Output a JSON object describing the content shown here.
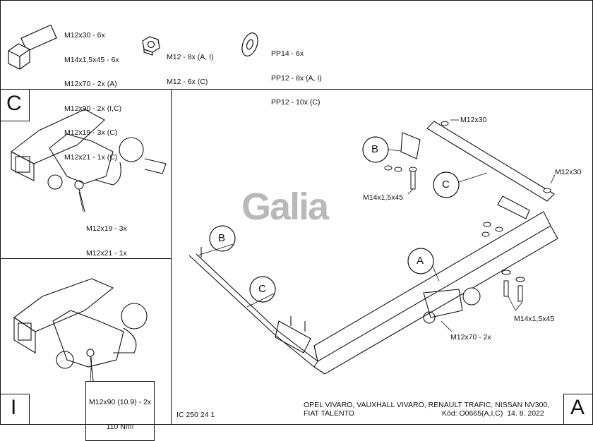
{
  "parts": {
    "bolts": [
      "M12x30 - 6x",
      "M14x1,5x45 - 6x",
      "M12x70 - 2x (A)",
      "M12x90 - 2x (I,C)",
      "M12x19 - 3x (C)",
      "M12x21 - 1x (C)"
    ],
    "nuts": [
      "M12 - 8x (A, I)",
      "M12 - 6x (C)"
    ],
    "washers": [
      "PP14 - 6x",
      "PP12 - 8x (A, I)",
      "PP12 - 10x (C)"
    ]
  },
  "panel_c": {
    "letter": "C",
    "bolts": [
      "M12x19 - 3x",
      "M12x21 - 1x"
    ]
  },
  "panel_i": {
    "letter": "I",
    "bolts": "M12x90 (10.9) - 2x",
    "torque": "110 Nm!"
  },
  "main": {
    "logo": "Galia",
    "callouts": {
      "b": "B",
      "c": "C",
      "a": "A"
    },
    "labels": {
      "m12x30_top": "M12x30",
      "m12x30_right": "M12x30",
      "m14_left": "M14x1,5x45",
      "m14_right": "M14x1,5x45",
      "m12x70": "M12x70 - 2x"
    }
  },
  "footer": {
    "code": "IC 250 24 1",
    "vehicles_line1": "OPEL VIVARO, VAUXHALL VIVARO, RENAULT TRAFIC, NISSAN NV300,",
    "vehicles_line2": "FIAT TALENTO",
    "kod": "Kód: O0665(A,I,C)  14. 8. 2022",
    "letter": "A"
  }
}
